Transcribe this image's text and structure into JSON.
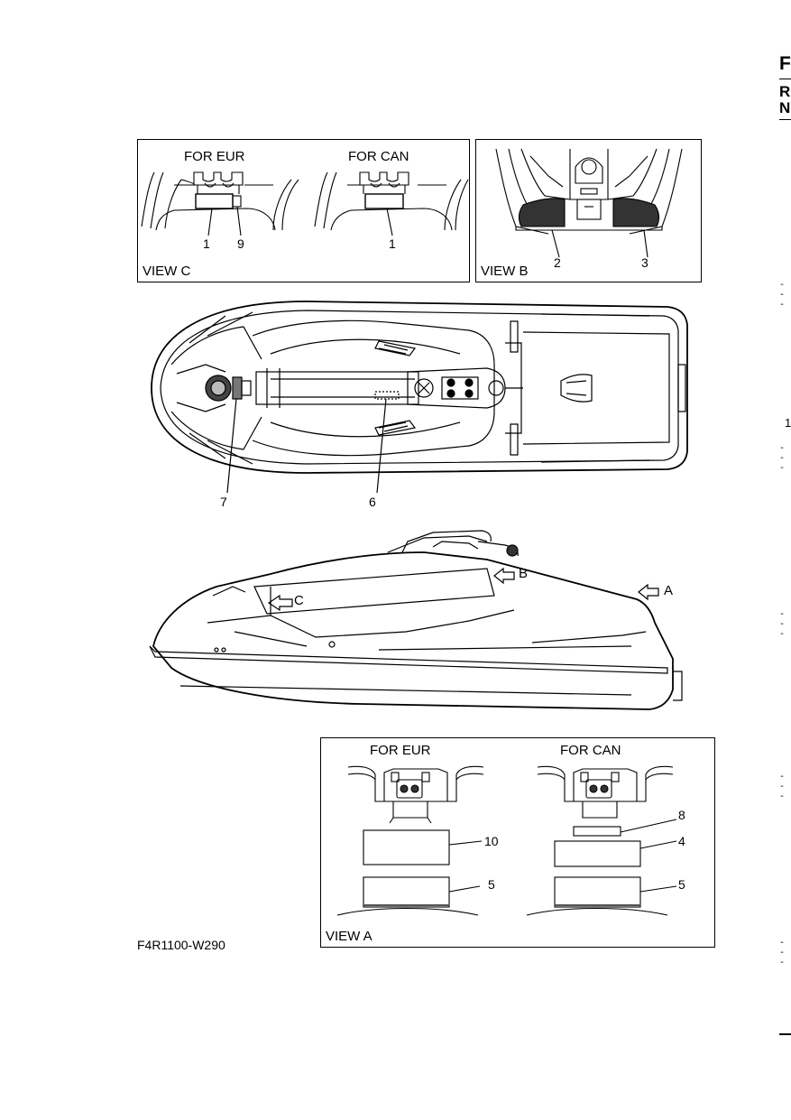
{
  "edge": {
    "letters": [
      "F",
      "R",
      "N"
    ],
    "page_marker": "1"
  },
  "view_c": {
    "title": "VIEW C",
    "eur_heading": "FOR EUR",
    "can_heading": "FOR CAN",
    "callouts": [
      "1",
      "9",
      "1"
    ]
  },
  "view_b": {
    "title": "VIEW B",
    "callouts": [
      "2",
      "3"
    ]
  },
  "top_view": {
    "callouts": [
      "7",
      "6"
    ]
  },
  "side_view": {
    "arrows": [
      "A",
      "B",
      "C"
    ]
  },
  "view_a": {
    "title": "VIEW A",
    "eur_heading": "FOR EUR",
    "can_heading": "FOR CAN",
    "eur_callouts": [
      "10",
      "5"
    ],
    "can_callouts": [
      "8",
      "4",
      "5"
    ]
  },
  "figure_code": "F4R1100-W290"
}
